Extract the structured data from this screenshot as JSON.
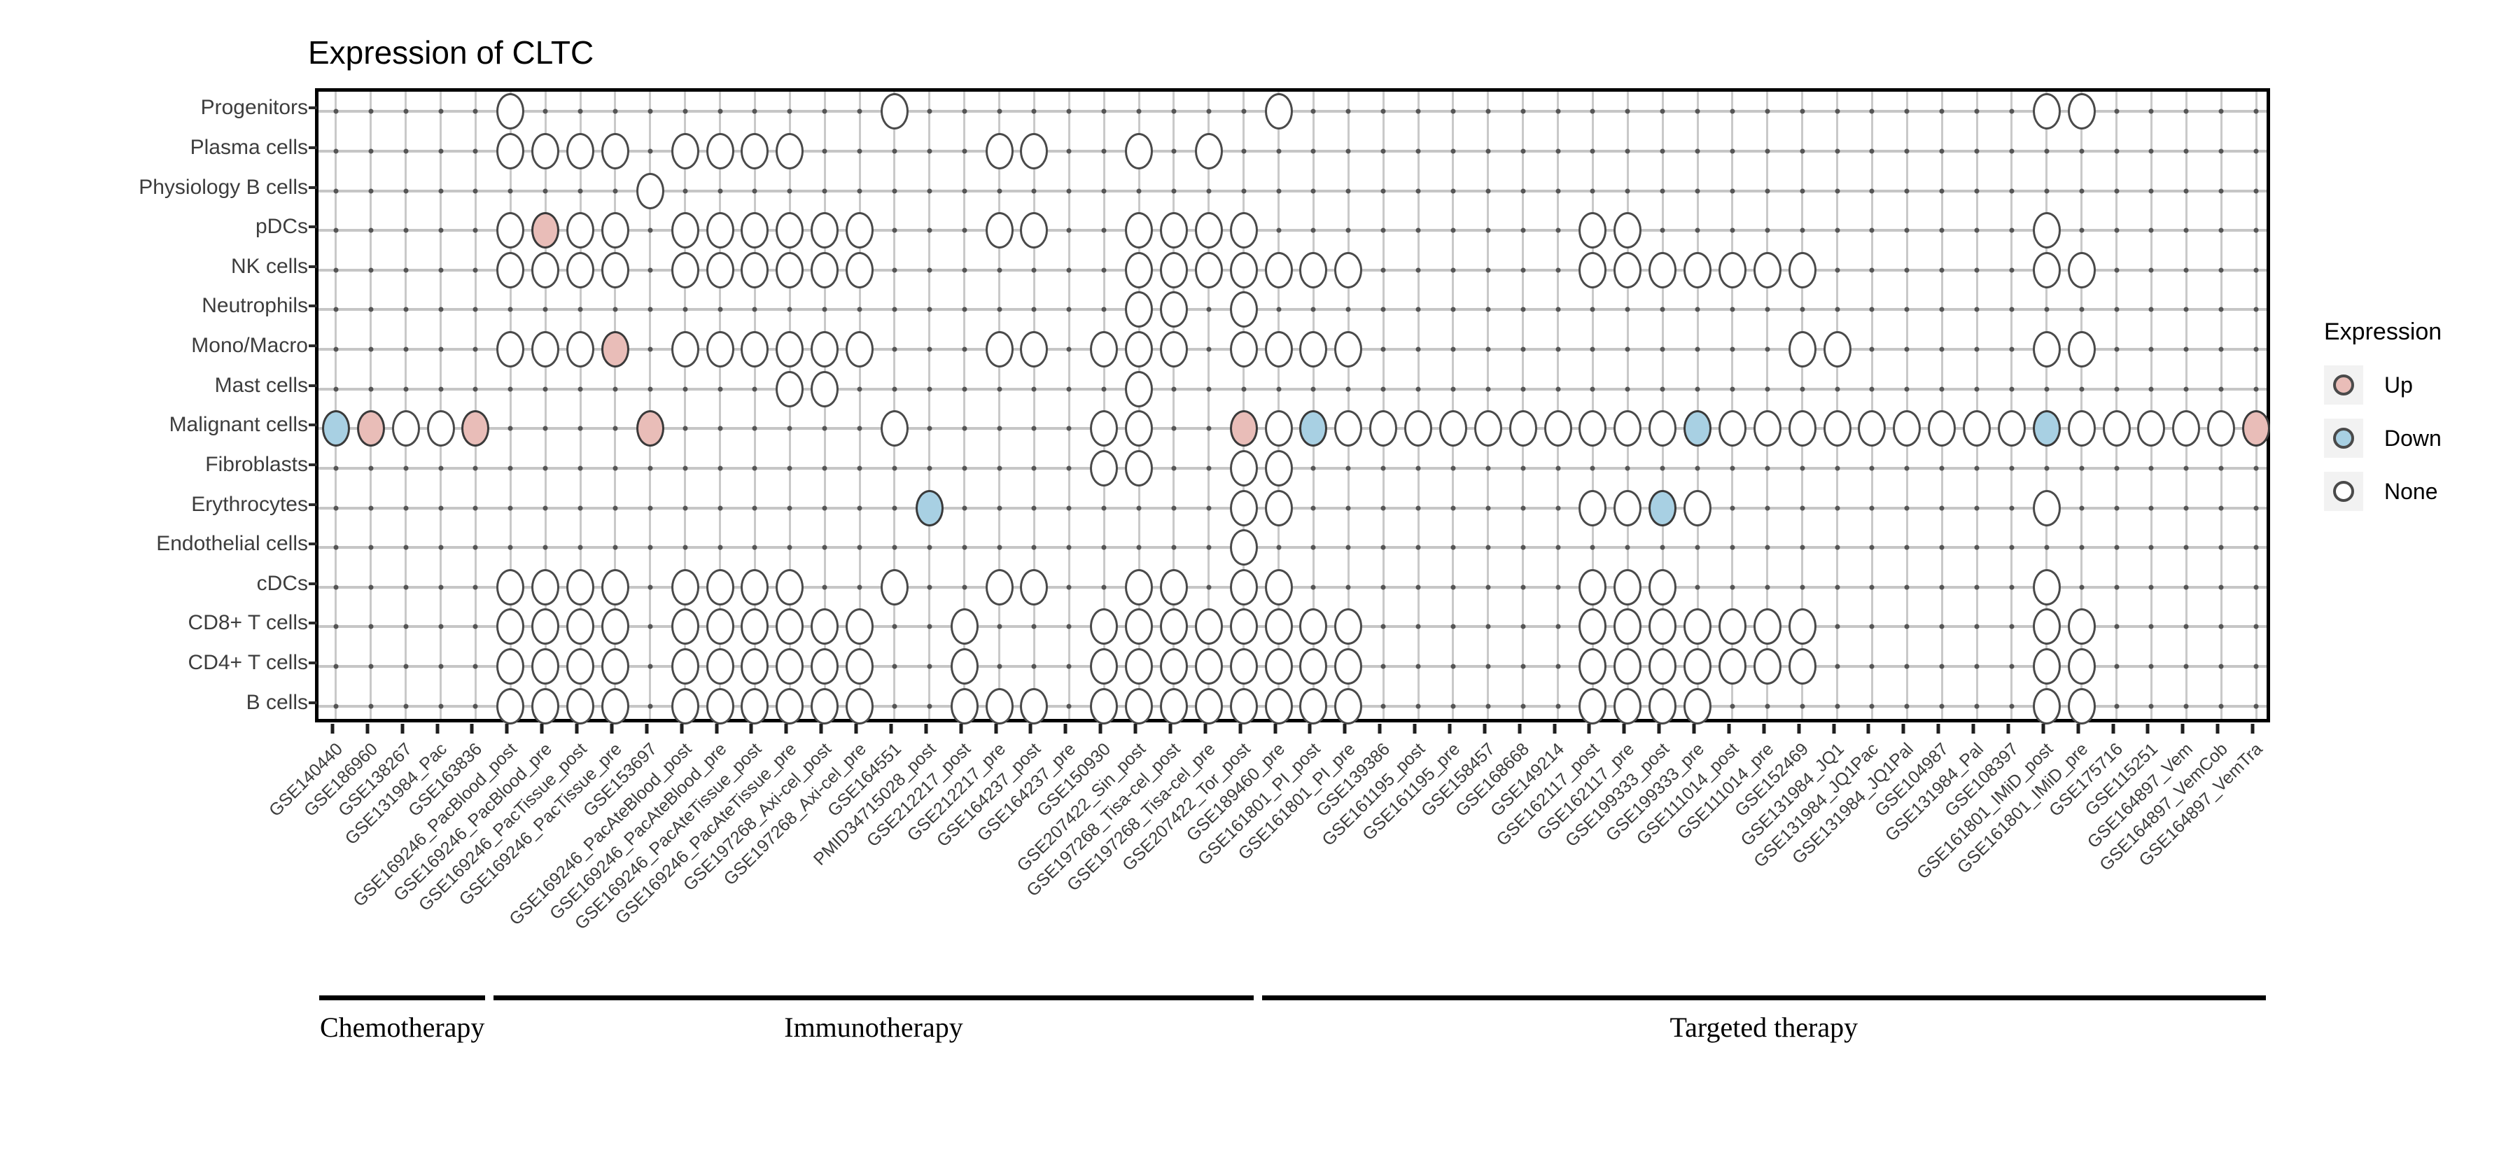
{
  "chart_data": {
    "type": "heatmap",
    "title": "Expression of CLTC",
    "xlabel": "",
    "ylabel": "",
    "legend": {
      "title": "Expression",
      "position": "right",
      "entries": [
        {
          "label": "Up",
          "color": "#e9bdb8"
        },
        {
          "label": "Down",
          "color": "#a8d0e3"
        },
        {
          "label": "None",
          "color": "#ffffff"
        }
      ]
    },
    "grid": true,
    "y_categories": [
      "Progenitors",
      "Plasma cells",
      "Physiology B cells",
      "pDCs",
      "NK cells",
      "Neutrophils",
      "Mono/Macro",
      "Mast cells",
      "Malignant cells",
      "Fibroblasts",
      "Erythrocytes",
      "Endothelial cells",
      "cDCs",
      "CD8+ T cells",
      "CD4+ T cells",
      "B cells"
    ],
    "x_categories": [
      "GSE140440",
      "GSE186960",
      "GSE138267",
      "GSE131984_Pac",
      "GSE163836",
      "GSE169246_PacBlood_post",
      "GSE169246_PacBlood_pre",
      "GSE169246_PacTissue_post",
      "GSE169246_PacTissue_pre",
      "GSE153697",
      "GSE169246_PacAteBlood_post",
      "GSE169246_PacAteBlood_pre",
      "GSE169246_PacAteTissue_post",
      "GSE169246_PacAteTissue_pre",
      "GSE197268_Axi-cel_post",
      "GSE197268_Axi-cel_pre",
      "GSE164551",
      "PMID34715028_post",
      "GSE212217_post",
      "GSE212217_pre",
      "GSE164237_post",
      "GSE164237_pre",
      "GSE150930",
      "GSE207422_Sin_post",
      "GSE197268_Tisa-cel_post",
      "GSE197268_Tisa-cel_pre",
      "GSE207422_Tor_post",
      "GSE189460_pre",
      "GSE161801_PI_post",
      "GSE161801_PI_pre",
      "GSE139386",
      "GSE161195_post",
      "GSE161195_pre",
      "GSE158457",
      "GSE168668",
      "GSE149214",
      "GSE162117_post",
      "GSE162117_pre",
      "GSE199333_post",
      "GSE199333_pre",
      "GSE111014_post",
      "GSE111014_pre",
      "GSE152469",
      "GSE131984_JQ1",
      "GSE131984_JQ1Pac",
      "GSE131984_JQ1Pal",
      "GSE104987",
      "GSE131984_Pal",
      "GSE108397",
      "GSE161801_IMiD_post",
      "GSE161801_IMiD_pre",
      "GSE175716",
      "GSE115251",
      "GSE164897_Vem",
      "GSE164897_VemCob",
      "GSE164897_VemTra"
    ],
    "groups": [
      {
        "label": "Chemotherapy",
        "start": 0,
        "end": 4
      },
      {
        "label": "Immunotherapy",
        "start": 5,
        "end": 26
      },
      {
        "label": "Targeted therapy",
        "start": 27,
        "end": 55
      }
    ],
    "points": [
      {
        "r": 0,
        "c": 5,
        "v": "None"
      },
      {
        "r": 0,
        "c": 16,
        "v": "None"
      },
      {
        "r": 0,
        "c": 27,
        "v": "None"
      },
      {
        "r": 0,
        "c": 49,
        "v": "None"
      },
      {
        "r": 0,
        "c": 50,
        "v": "None"
      },
      {
        "r": 1,
        "c": 5,
        "v": "None"
      },
      {
        "r": 1,
        "c": 6,
        "v": "None"
      },
      {
        "r": 1,
        "c": 7,
        "v": "None"
      },
      {
        "r": 1,
        "c": 8,
        "v": "None"
      },
      {
        "r": 1,
        "c": 10,
        "v": "None"
      },
      {
        "r": 1,
        "c": 11,
        "v": "None"
      },
      {
        "r": 1,
        "c": 12,
        "v": "None"
      },
      {
        "r": 1,
        "c": 13,
        "v": "None"
      },
      {
        "r": 1,
        "c": 19,
        "v": "None"
      },
      {
        "r": 1,
        "c": 20,
        "v": "None"
      },
      {
        "r": 1,
        "c": 23,
        "v": "None"
      },
      {
        "r": 1,
        "c": 25,
        "v": "None"
      },
      {
        "r": 2,
        "c": 9,
        "v": "None"
      },
      {
        "r": 3,
        "c": 5,
        "v": "None"
      },
      {
        "r": 3,
        "c": 6,
        "v": "Up"
      },
      {
        "r": 3,
        "c": 7,
        "v": "None"
      },
      {
        "r": 3,
        "c": 8,
        "v": "None"
      },
      {
        "r": 3,
        "c": 10,
        "v": "None"
      },
      {
        "r": 3,
        "c": 11,
        "v": "None"
      },
      {
        "r": 3,
        "c": 12,
        "v": "None"
      },
      {
        "r": 3,
        "c": 13,
        "v": "None"
      },
      {
        "r": 3,
        "c": 14,
        "v": "None"
      },
      {
        "r": 3,
        "c": 15,
        "v": "None"
      },
      {
        "r": 3,
        "c": 19,
        "v": "None"
      },
      {
        "r": 3,
        "c": 20,
        "v": "None"
      },
      {
        "r": 3,
        "c": 23,
        "v": "None"
      },
      {
        "r": 3,
        "c": 24,
        "v": "None"
      },
      {
        "r": 3,
        "c": 25,
        "v": "None"
      },
      {
        "r": 3,
        "c": 26,
        "v": "None"
      },
      {
        "r": 3,
        "c": 36,
        "v": "None"
      },
      {
        "r": 3,
        "c": 37,
        "v": "None"
      },
      {
        "r": 3,
        "c": 49,
        "v": "None"
      },
      {
        "r": 4,
        "c": 5,
        "v": "None"
      },
      {
        "r": 4,
        "c": 6,
        "v": "None"
      },
      {
        "r": 4,
        "c": 7,
        "v": "None"
      },
      {
        "r": 4,
        "c": 8,
        "v": "None"
      },
      {
        "r": 4,
        "c": 10,
        "v": "None"
      },
      {
        "r": 4,
        "c": 11,
        "v": "None"
      },
      {
        "r": 4,
        "c": 12,
        "v": "None"
      },
      {
        "r": 4,
        "c": 13,
        "v": "None"
      },
      {
        "r": 4,
        "c": 14,
        "v": "None"
      },
      {
        "r": 4,
        "c": 15,
        "v": "None"
      },
      {
        "r": 4,
        "c": 23,
        "v": "None"
      },
      {
        "r": 4,
        "c": 24,
        "v": "None"
      },
      {
        "r": 4,
        "c": 25,
        "v": "None"
      },
      {
        "r": 4,
        "c": 26,
        "v": "None"
      },
      {
        "r": 4,
        "c": 27,
        "v": "None"
      },
      {
        "r": 4,
        "c": 28,
        "v": "None"
      },
      {
        "r": 4,
        "c": 29,
        "v": "None"
      },
      {
        "r": 4,
        "c": 36,
        "v": "None"
      },
      {
        "r": 4,
        "c": 37,
        "v": "None"
      },
      {
        "r": 4,
        "c": 38,
        "v": "None"
      },
      {
        "r": 4,
        "c": 39,
        "v": "None"
      },
      {
        "r": 4,
        "c": 40,
        "v": "None"
      },
      {
        "r": 4,
        "c": 41,
        "v": "None"
      },
      {
        "r": 4,
        "c": 42,
        "v": "None"
      },
      {
        "r": 4,
        "c": 49,
        "v": "None"
      },
      {
        "r": 4,
        "c": 50,
        "v": "None"
      },
      {
        "r": 5,
        "c": 23,
        "v": "None"
      },
      {
        "r": 5,
        "c": 24,
        "v": "None"
      },
      {
        "r": 5,
        "c": 26,
        "v": "None"
      },
      {
        "r": 6,
        "c": 5,
        "v": "None"
      },
      {
        "r": 6,
        "c": 6,
        "v": "None"
      },
      {
        "r": 6,
        "c": 7,
        "v": "None"
      },
      {
        "r": 6,
        "c": 8,
        "v": "Up"
      },
      {
        "r": 6,
        "c": 10,
        "v": "None"
      },
      {
        "r": 6,
        "c": 11,
        "v": "None"
      },
      {
        "r": 6,
        "c": 12,
        "v": "None"
      },
      {
        "r": 6,
        "c": 13,
        "v": "None"
      },
      {
        "r": 6,
        "c": 14,
        "v": "None"
      },
      {
        "r": 6,
        "c": 15,
        "v": "None"
      },
      {
        "r": 6,
        "c": 19,
        "v": "None"
      },
      {
        "r": 6,
        "c": 20,
        "v": "None"
      },
      {
        "r": 6,
        "c": 22,
        "v": "None"
      },
      {
        "r": 6,
        "c": 23,
        "v": "None"
      },
      {
        "r": 6,
        "c": 24,
        "v": "None"
      },
      {
        "r": 6,
        "c": 26,
        "v": "None"
      },
      {
        "r": 6,
        "c": 27,
        "v": "None"
      },
      {
        "r": 6,
        "c": 28,
        "v": "None"
      },
      {
        "r": 6,
        "c": 29,
        "v": "None"
      },
      {
        "r": 6,
        "c": 42,
        "v": "None"
      },
      {
        "r": 6,
        "c": 43,
        "v": "None"
      },
      {
        "r": 6,
        "c": 49,
        "v": "None"
      },
      {
        "r": 6,
        "c": 50,
        "v": "None"
      },
      {
        "r": 7,
        "c": 13,
        "v": "None"
      },
      {
        "r": 7,
        "c": 14,
        "v": "None"
      },
      {
        "r": 7,
        "c": 23,
        "v": "None"
      },
      {
        "r": 8,
        "c": 0,
        "v": "Down"
      },
      {
        "r": 8,
        "c": 1,
        "v": "Up"
      },
      {
        "r": 8,
        "c": 2,
        "v": "None"
      },
      {
        "r": 8,
        "c": 3,
        "v": "None"
      },
      {
        "r": 8,
        "c": 4,
        "v": "Up"
      },
      {
        "r": 8,
        "c": 9,
        "v": "Up"
      },
      {
        "r": 8,
        "c": 16,
        "v": "None"
      },
      {
        "r": 8,
        "c": 22,
        "v": "None"
      },
      {
        "r": 8,
        "c": 23,
        "v": "None"
      },
      {
        "r": 8,
        "c": 26,
        "v": "Up"
      },
      {
        "r": 8,
        "c": 27,
        "v": "None"
      },
      {
        "r": 8,
        "c": 28,
        "v": "Down"
      },
      {
        "r": 8,
        "c": 29,
        "v": "None"
      },
      {
        "r": 8,
        "c": 30,
        "v": "None"
      },
      {
        "r": 8,
        "c": 31,
        "v": "None"
      },
      {
        "r": 8,
        "c": 32,
        "v": "None"
      },
      {
        "r": 8,
        "c": 33,
        "v": "None"
      },
      {
        "r": 8,
        "c": 34,
        "v": "None"
      },
      {
        "r": 8,
        "c": 35,
        "v": "None"
      },
      {
        "r": 8,
        "c": 36,
        "v": "None"
      },
      {
        "r": 8,
        "c": 37,
        "v": "None"
      },
      {
        "r": 8,
        "c": 38,
        "v": "None"
      },
      {
        "r": 8,
        "c": 39,
        "v": "Down"
      },
      {
        "r": 8,
        "c": 40,
        "v": "None"
      },
      {
        "r": 8,
        "c": 41,
        "v": "None"
      },
      {
        "r": 8,
        "c": 42,
        "v": "None"
      },
      {
        "r": 8,
        "c": 43,
        "v": "None"
      },
      {
        "r": 8,
        "c": 44,
        "v": "None"
      },
      {
        "r": 8,
        "c": 45,
        "v": "None"
      },
      {
        "r": 8,
        "c": 46,
        "v": "None"
      },
      {
        "r": 8,
        "c": 47,
        "v": "None"
      },
      {
        "r": 8,
        "c": 48,
        "v": "None"
      },
      {
        "r": 8,
        "c": 49,
        "v": "Down"
      },
      {
        "r": 8,
        "c": 50,
        "v": "None"
      },
      {
        "r": 8,
        "c": 51,
        "v": "None"
      },
      {
        "r": 8,
        "c": 52,
        "v": "None"
      },
      {
        "r": 8,
        "c": 53,
        "v": "None"
      },
      {
        "r": 8,
        "c": 54,
        "v": "None"
      },
      {
        "r": 8,
        "c": 55,
        "v": "Up"
      },
      {
        "r": 9,
        "c": 22,
        "v": "None"
      },
      {
        "r": 9,
        "c": 23,
        "v": "None"
      },
      {
        "r": 9,
        "c": 26,
        "v": "None"
      },
      {
        "r": 9,
        "c": 27,
        "v": "None"
      },
      {
        "r": 10,
        "c": 17,
        "v": "Down"
      },
      {
        "r": 10,
        "c": 26,
        "v": "None"
      },
      {
        "r": 10,
        "c": 27,
        "v": "None"
      },
      {
        "r": 10,
        "c": 36,
        "v": "None"
      },
      {
        "r": 10,
        "c": 37,
        "v": "None"
      },
      {
        "r": 10,
        "c": 38,
        "v": "Down"
      },
      {
        "r": 10,
        "c": 39,
        "v": "None"
      },
      {
        "r": 10,
        "c": 49,
        "v": "None"
      },
      {
        "r": 11,
        "c": 26,
        "v": "None"
      },
      {
        "r": 12,
        "c": 5,
        "v": "None"
      },
      {
        "r": 12,
        "c": 6,
        "v": "None"
      },
      {
        "r": 12,
        "c": 7,
        "v": "None"
      },
      {
        "r": 12,
        "c": 8,
        "v": "None"
      },
      {
        "r": 12,
        "c": 10,
        "v": "None"
      },
      {
        "r": 12,
        "c": 11,
        "v": "None"
      },
      {
        "r": 12,
        "c": 12,
        "v": "None"
      },
      {
        "r": 12,
        "c": 13,
        "v": "None"
      },
      {
        "r": 12,
        "c": 16,
        "v": "None"
      },
      {
        "r": 12,
        "c": 19,
        "v": "None"
      },
      {
        "r": 12,
        "c": 20,
        "v": "None"
      },
      {
        "r": 12,
        "c": 23,
        "v": "None"
      },
      {
        "r": 12,
        "c": 24,
        "v": "None"
      },
      {
        "r": 12,
        "c": 26,
        "v": "None"
      },
      {
        "r": 12,
        "c": 27,
        "v": "None"
      },
      {
        "r": 12,
        "c": 36,
        "v": "None"
      },
      {
        "r": 12,
        "c": 37,
        "v": "None"
      },
      {
        "r": 12,
        "c": 38,
        "v": "None"
      },
      {
        "r": 12,
        "c": 49,
        "v": "None"
      },
      {
        "r": 13,
        "c": 5,
        "v": "None"
      },
      {
        "r": 13,
        "c": 6,
        "v": "None"
      },
      {
        "r": 13,
        "c": 7,
        "v": "None"
      },
      {
        "r": 13,
        "c": 8,
        "v": "None"
      },
      {
        "r": 13,
        "c": 10,
        "v": "None"
      },
      {
        "r": 13,
        "c": 11,
        "v": "None"
      },
      {
        "r": 13,
        "c": 12,
        "v": "None"
      },
      {
        "r": 13,
        "c": 13,
        "v": "None"
      },
      {
        "r": 13,
        "c": 14,
        "v": "None"
      },
      {
        "r": 13,
        "c": 15,
        "v": "None"
      },
      {
        "r": 13,
        "c": 18,
        "v": "None"
      },
      {
        "r": 13,
        "c": 22,
        "v": "None"
      },
      {
        "r": 13,
        "c": 23,
        "v": "None"
      },
      {
        "r": 13,
        "c": 24,
        "v": "None"
      },
      {
        "r": 13,
        "c": 25,
        "v": "None"
      },
      {
        "r": 13,
        "c": 26,
        "v": "None"
      },
      {
        "r": 13,
        "c": 27,
        "v": "None"
      },
      {
        "r": 13,
        "c": 28,
        "v": "None"
      },
      {
        "r": 13,
        "c": 29,
        "v": "None"
      },
      {
        "r": 13,
        "c": 36,
        "v": "None"
      },
      {
        "r": 13,
        "c": 37,
        "v": "None"
      },
      {
        "r": 13,
        "c": 38,
        "v": "None"
      },
      {
        "r": 13,
        "c": 39,
        "v": "None"
      },
      {
        "r": 13,
        "c": 40,
        "v": "None"
      },
      {
        "r": 13,
        "c": 41,
        "v": "None"
      },
      {
        "r": 13,
        "c": 42,
        "v": "None"
      },
      {
        "r": 13,
        "c": 49,
        "v": "None"
      },
      {
        "r": 13,
        "c": 50,
        "v": "None"
      },
      {
        "r": 14,
        "c": 5,
        "v": "None"
      },
      {
        "r": 14,
        "c": 6,
        "v": "None"
      },
      {
        "r": 14,
        "c": 7,
        "v": "None"
      },
      {
        "r": 14,
        "c": 8,
        "v": "None"
      },
      {
        "r": 14,
        "c": 10,
        "v": "None"
      },
      {
        "r": 14,
        "c": 11,
        "v": "None"
      },
      {
        "r": 14,
        "c": 12,
        "v": "None"
      },
      {
        "r": 14,
        "c": 13,
        "v": "None"
      },
      {
        "r": 14,
        "c": 14,
        "v": "None"
      },
      {
        "r": 14,
        "c": 15,
        "v": "None"
      },
      {
        "r": 14,
        "c": 18,
        "v": "None"
      },
      {
        "r": 14,
        "c": 22,
        "v": "None"
      },
      {
        "r": 14,
        "c": 23,
        "v": "None"
      },
      {
        "r": 14,
        "c": 24,
        "v": "None"
      },
      {
        "r": 14,
        "c": 25,
        "v": "None"
      },
      {
        "r": 14,
        "c": 26,
        "v": "None"
      },
      {
        "r": 14,
        "c": 27,
        "v": "None"
      },
      {
        "r": 14,
        "c": 28,
        "v": "None"
      },
      {
        "r": 14,
        "c": 29,
        "v": "None"
      },
      {
        "r": 14,
        "c": 36,
        "v": "None"
      },
      {
        "r": 14,
        "c": 37,
        "v": "None"
      },
      {
        "r": 14,
        "c": 38,
        "v": "None"
      },
      {
        "r": 14,
        "c": 39,
        "v": "None"
      },
      {
        "r": 14,
        "c": 40,
        "v": "None"
      },
      {
        "r": 14,
        "c": 41,
        "v": "None"
      },
      {
        "r": 14,
        "c": 42,
        "v": "None"
      },
      {
        "r": 14,
        "c": 49,
        "v": "None"
      },
      {
        "r": 14,
        "c": 50,
        "v": "None"
      },
      {
        "r": 15,
        "c": 5,
        "v": "None"
      },
      {
        "r": 15,
        "c": 6,
        "v": "None"
      },
      {
        "r": 15,
        "c": 7,
        "v": "None"
      },
      {
        "r": 15,
        "c": 8,
        "v": "None"
      },
      {
        "r": 15,
        "c": 10,
        "v": "None"
      },
      {
        "r": 15,
        "c": 11,
        "v": "None"
      },
      {
        "r": 15,
        "c": 12,
        "v": "None"
      },
      {
        "r": 15,
        "c": 13,
        "v": "None"
      },
      {
        "r": 15,
        "c": 14,
        "v": "None"
      },
      {
        "r": 15,
        "c": 15,
        "v": "None"
      },
      {
        "r": 15,
        "c": 18,
        "v": "None"
      },
      {
        "r": 15,
        "c": 19,
        "v": "None"
      },
      {
        "r": 15,
        "c": 20,
        "v": "None"
      },
      {
        "r": 15,
        "c": 22,
        "v": "None"
      },
      {
        "r": 15,
        "c": 23,
        "v": "None"
      },
      {
        "r": 15,
        "c": 24,
        "v": "None"
      },
      {
        "r": 15,
        "c": 25,
        "v": "None"
      },
      {
        "r": 15,
        "c": 26,
        "v": "None"
      },
      {
        "r": 15,
        "c": 27,
        "v": "None"
      },
      {
        "r": 15,
        "c": 28,
        "v": "None"
      },
      {
        "r": 15,
        "c": 29,
        "v": "None"
      },
      {
        "r": 15,
        "c": 36,
        "v": "None"
      },
      {
        "r": 15,
        "c": 37,
        "v": "None"
      },
      {
        "r": 15,
        "c": 38,
        "v": "None"
      },
      {
        "r": 15,
        "c": 39,
        "v": "None"
      },
      {
        "r": 15,
        "c": 49,
        "v": "None"
      },
      {
        "r": 15,
        "c": 50,
        "v": "None"
      }
    ]
  }
}
